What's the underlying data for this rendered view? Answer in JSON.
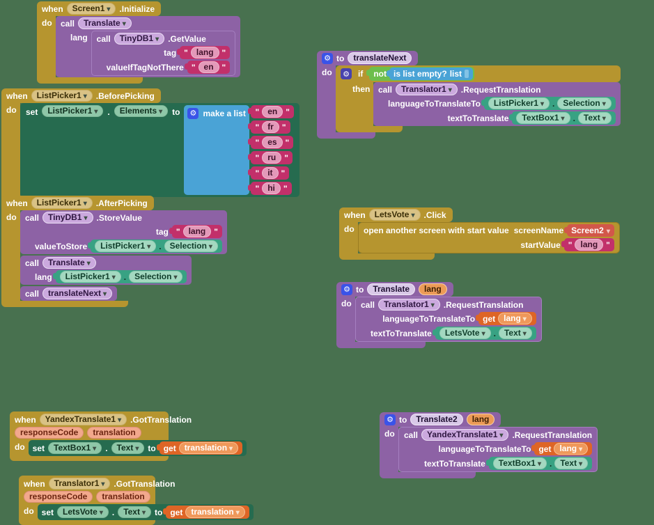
{
  "colors": {
    "canvas": "#48714F",
    "gold": "#B6952F",
    "purple": "#8D62A5",
    "set_green": "#266B4F",
    "getter_teal": "#38A283",
    "text_pink": "#C2306A",
    "list_blue": "#4AA3D6",
    "logic_green": "#6DBE4C",
    "variable_orange": "#DE6526",
    "screen_red": "#D2574A"
  },
  "kw": {
    "when": "when",
    "do": "do",
    "call": "call",
    "set": "set",
    "to": "to",
    "then": "then",
    "if": "if",
    "not": "not",
    "get": "get",
    "dot": "."
  },
  "blocks": {
    "screen1_init": {
      "component": "Screen1",
      "event": ".Initialize",
      "proc": "Translate",
      "lang_label": "lang",
      "db": "TinyDB1",
      "method": ".GetValue",
      "tag_label": "tag",
      "tag_value": "lang",
      "notthere_label": "valueIfTagNotThere",
      "notthere_value": "en"
    },
    "before_picking": {
      "component": "ListPicker1",
      "event": ".BeforePicking",
      "set_component": "ListPicker1",
      "prop": "Elements",
      "make_a_list": "make a list",
      "items": [
        "en",
        "fr",
        "es",
        "ru",
        "it",
        "hi"
      ]
    },
    "after_picking": {
      "component": "ListPicker1",
      "event": ".AfterPicking",
      "db": "TinyDB1",
      "method": ".StoreValue",
      "tag_label": "tag",
      "tag_value": "lang",
      "store_label": "valueToStore",
      "sel1_comp": "ListPicker1",
      "sel1_prop": "Selection",
      "proc": "Translate",
      "lang_label": "lang",
      "sel2_comp": "ListPicker1",
      "sel2_prop": "Selection",
      "proc2": "translateNext"
    },
    "translate_next": {
      "name": "translateNext",
      "empty_check": "is list empty?",
      "list_label": "list",
      "translator": "Translator1",
      "method": ".RequestTranslation",
      "lang_to": "languageToTranslateTo",
      "sel_comp": "ListPicker1",
      "sel_prop": "Selection",
      "text_to": "textToTranslate",
      "tb": "TextBox1",
      "tb_prop": "Text"
    },
    "letsvote_click": {
      "component": "LetsVote",
      "event": ".Click",
      "open_label": "open another screen with start value",
      "screen_label": "screenName",
      "screen_value": "Screen2",
      "start_label": "startValue",
      "start_value": "lang"
    },
    "translate_proc": {
      "name": "Translate",
      "param": "lang",
      "translator": "Translator1",
      "method": ".RequestTranslation",
      "lang_to": "languageToTranslateTo",
      "get_var": "lang",
      "text_to": "textToTranslate",
      "comp": "LetsVote",
      "prop": "Text"
    },
    "yandex_got": {
      "component": "YandexTranslate1",
      "event": ".GotTranslation",
      "param1": "responseCode",
      "param2": "translation",
      "set_comp": "TextBox1",
      "set_prop": "Text",
      "get_var": "translation"
    },
    "translate2_proc": {
      "name": "Translate2",
      "param": "lang",
      "yandex": "YandexTranslate1",
      "method": ".RequestTranslation",
      "lang_to": "languageToTranslateTo",
      "get_var": "lang",
      "text_to": "textToTranslate",
      "tb": "TextBox1",
      "tb_prop": "Text"
    },
    "translator_got": {
      "component": "Translator1",
      "event": ".GotTranslation",
      "param1": "responseCode",
      "param2": "translation",
      "set_comp": "LetsVote",
      "set_prop": "Text",
      "get_var": "translation"
    }
  }
}
